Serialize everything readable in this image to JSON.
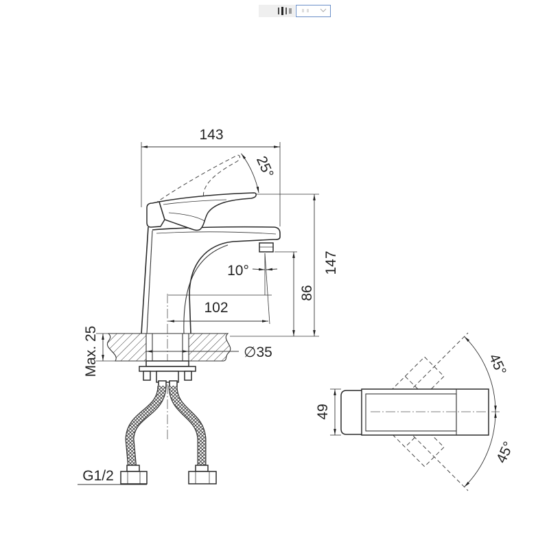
{
  "front_view": {
    "overall_width": "143",
    "lever_angle": "25°",
    "overall_height": "147",
    "stream_angle": "10°",
    "spout_height": "86",
    "spout_reach": "102",
    "deck_thickness": "Max. 25",
    "hole_diameter": "∅35",
    "thread_size": "G1/2"
  },
  "top_view": {
    "lever_width": "49",
    "rotation_angle_upper": "45°",
    "rotation_angle_lower": "45°"
  },
  "colors": {
    "line": "#333333",
    "dropdown_border": "#6a8fc8"
  }
}
